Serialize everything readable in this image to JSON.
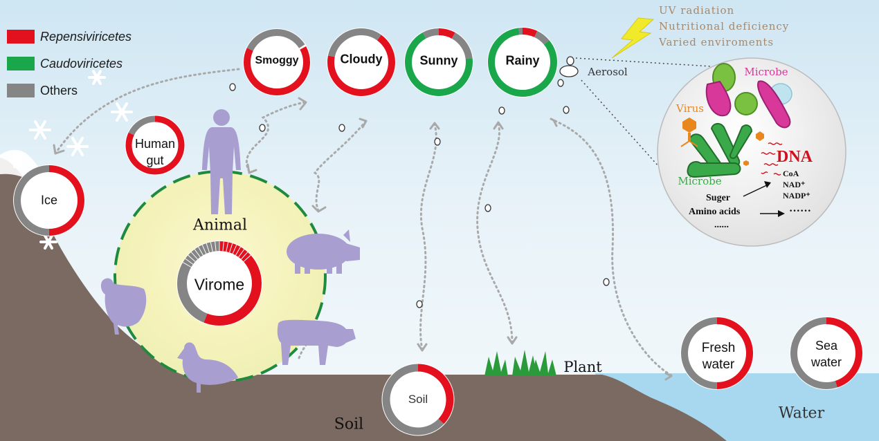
{
  "legend": [
    {
      "label": "Repensiviricetes",
      "color": "#e3101e",
      "italic": true
    },
    {
      "label": "Caudoviricetes",
      "color": "#1aa64a",
      "italic": true
    },
    {
      "label": "Others",
      "color": "#858585",
      "italic": false
    }
  ],
  "stress_factors": [
    "UV radiation",
    "Nutritional deficiency",
    "Varied enviroments"
  ],
  "aerosol_label": "Aerosol",
  "weather": {
    "smoggy": "Smoggy",
    "cloudy": "Cloudy",
    "sunny": "Sunny",
    "rainy": "Rainy"
  },
  "human_gut": [
    "Human",
    "gut"
  ],
  "ice_label": "Ice",
  "animal_label": "Animal",
  "virome_label": "Virome",
  "soil_ring_label": "Soil",
  "soil_ground_label": "Soil",
  "plant_label": "Plant",
  "fresh_water": [
    "Fresh",
    "water"
  ],
  "sea_water": [
    "Sea",
    "water"
  ],
  "water_label": "Water",
  "inset": {
    "microbe_top": "Microbe",
    "microbe_bottom": "Microbe",
    "virus": "Virus",
    "dna": "DNA",
    "cofactors": [
      "CoA",
      "NAD⁺",
      "NADP⁺"
    ],
    "suger": "Suger",
    "amino_acids": "Amino acids",
    "dots_right": "······",
    "dots_bottom": "......"
  },
  "rings": [
    {
      "id": "smoggy",
      "segments": [
        [
          "#858585",
          0.16
        ],
        [
          "#ffffff",
          0.01
        ],
        [
          "#e3101e",
          0.65
        ],
        [
          "#858585",
          0.18
        ]
      ]
    },
    {
      "id": "cloudy",
      "segments": [
        [
          "#858585",
          0.1
        ],
        [
          "#e3101e",
          0.68
        ],
        [
          "#858585",
          0.22
        ]
      ]
    },
    {
      "id": "sunny",
      "segments": [
        [
          "#e3101e",
          0.08
        ],
        [
          "#858585",
          0.15
        ],
        [
          "#1aa64a",
          0.69
        ],
        [
          "#858585",
          0.08
        ]
      ]
    },
    {
      "id": "rainy",
      "segments": [
        [
          "#e3101e",
          0.07
        ],
        [
          "#858585",
          0.07
        ],
        [
          "#1aa64a",
          0.84
        ],
        [
          "#858585",
          0.02
        ]
      ]
    },
    {
      "id": "human-gut",
      "segments": [
        [
          "#e3101e",
          0.82
        ],
        [
          "#858585",
          0.18
        ]
      ]
    },
    {
      "id": "ice",
      "segments": [
        [
          "#e3101e",
          0.5
        ],
        [
          "#858585",
          0.5
        ]
      ]
    },
    {
      "id": "virome",
      "segments": [
        [
          "#e3101e",
          0.56
        ],
        [
          "#858585",
          0.44
        ]
      ]
    },
    {
      "id": "soil",
      "segments": [
        [
          "#e3101e",
          0.37
        ],
        [
          "#858585",
          0.63
        ]
      ]
    },
    {
      "id": "fresh-water",
      "segments": [
        [
          "#e3101e",
          0.5
        ],
        [
          "#858585",
          0.5
        ]
      ]
    },
    {
      "id": "sea-water",
      "segments": [
        [
          "#e3101e",
          0.45
        ],
        [
          "#858585",
          0.55
        ]
      ]
    }
  ]
}
